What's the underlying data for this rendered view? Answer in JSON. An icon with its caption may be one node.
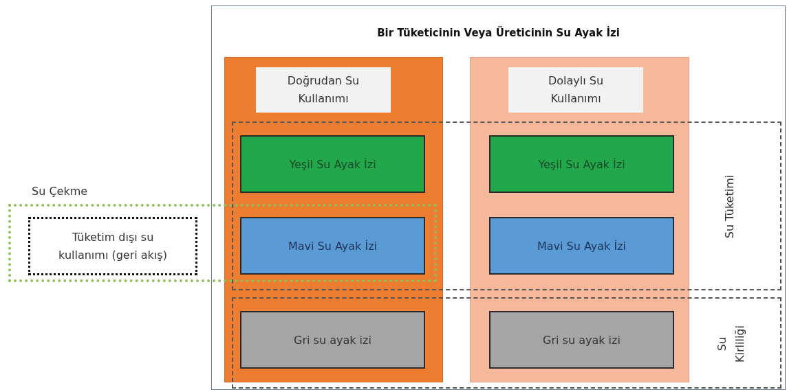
{
  "diagram": {
    "nodes": [
      {
        "text": [
          "Bir Tüketicinin Veya Üreticinin Su Ayak İzi"
        ]
      },
      {
        "text": [
          "Doğrudan Su Kullanımı"
        ],
        "in": 0
      },
      {
        "text": [
          "Dolaylı Su Kullanımı"
        ],
        "in": 0
      },
      {
        "text": [
          "Yeşil Su Ayak İzi"
        ]
      },
      {
        "text": [
          "Mavi Su Ayak İzi"
        ]
      },
      {
        "text": [
          "Gri su ayak izi"
        ]
      },
      {
        "text": [
          "Yeşil Su Ayak İzi"
        ]
      },
      {
        "text": [
          "Mavi Su Ayak İzi"
        ]
      },
      {
        "text": [
          "Gri su ayak izi"
        ]
      },
      {
        "text": [
          "Su Tüketimi"
        ],
        "in": 0
      },
      {
        "text": [
          "Su Kirliliği"
        ],
        "in": 0
      },
      {
        "text": [
          "Su Çekme"
        ]
      },
      {
        "text": [
          "Tüketim dışı su kullanımı (geri akış)"
        ],
        "in": 11
      }
    ]
  }
}
